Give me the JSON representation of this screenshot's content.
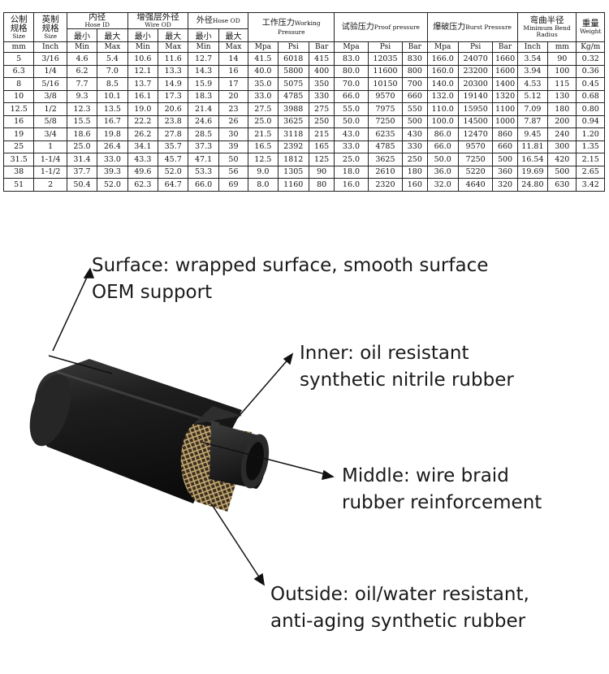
{
  "table": {
    "header": {
      "size_mm": {
        "zh": "公制\n规格",
        "en": "Size"
      },
      "size_inch": {
        "zh": "英制\n规格",
        "en": "Size"
      },
      "hose_id": {
        "zh": "内径",
        "en": "Hose ID"
      },
      "wire_od": {
        "zh": "增强层外径",
        "en": "Wire OD"
      },
      "hose_od": {
        "zh": "外径",
        "en": "Hose OD"
      },
      "working": {
        "zh": "工作压力",
        "en": "Working Pressure"
      },
      "proof": {
        "zh": "试验压力",
        "en": "Proof pressure"
      },
      "burst": {
        "zh": "爆破压力",
        "en": "Burst Pressure"
      },
      "bend": {
        "zh": "弯曲半径",
        "en": "Minimum Bend Radius"
      },
      "weight": {
        "zh": "重量",
        "en": "Weight"
      },
      "min_zh": "最小",
      "max_zh": "最大"
    },
    "units": [
      "mm",
      "Inch",
      "Min",
      "Max",
      "Min",
      "Max",
      "Min",
      "Max",
      "Mpa",
      "Psi",
      "Bar",
      "Mpa",
      "Psi",
      "Bar",
      "Mpa",
      "Psi",
      "Bar",
      "Inch",
      "mm",
      "Kg/m"
    ],
    "rows": [
      [
        "5",
        "3/16",
        "4.6",
        "5.4",
        "10.6",
        "11.6",
        "12.7",
        "14",
        "41.5",
        "6018",
        "415",
        "83.0",
        "12035",
        "830",
        "166.0",
        "24070",
        "1660",
        "3.54",
        "90",
        "0.32"
      ],
      [
        "6.3",
        "1/4",
        "6.2",
        "7.0",
        "12.1",
        "13.3",
        "14.3",
        "16",
        "40.0",
        "5800",
        "400",
        "80.0",
        "11600",
        "800",
        "160.0",
        "23200",
        "1600",
        "3.94",
        "100",
        "0.36"
      ],
      [
        "8",
        "5/16",
        "7.7",
        "8.5",
        "13.7",
        "14.9",
        "15.9",
        "17",
        "35.0",
        "5075",
        "350",
        "70.0",
        "10150",
        "700",
        "140.0",
        "20300",
        "1400",
        "4.53",
        "115",
        "0.45"
      ],
      [
        "10",
        "3/8",
        "9.3",
        "10.1",
        "16.1",
        "17.3",
        "18.3",
        "20",
        "33.0",
        "4785",
        "330",
        "66.0",
        "9570",
        "660",
        "132.0",
        "19140",
        "1320",
        "5.12",
        "130",
        "0.68"
      ],
      [
        "12.5",
        "1/2",
        "12.3",
        "13.5",
        "19.0",
        "20.6",
        "21.4",
        "23",
        "27.5",
        "3988",
        "275",
        "55.0",
        "7975",
        "550",
        "110.0",
        "15950",
        "1100",
        "7.09",
        "180",
        "0.80"
      ],
      [
        "16",
        "5/8",
        "15.5",
        "16.7",
        "22.2",
        "23.8",
        "24.6",
        "26",
        "25.0",
        "3625",
        "250",
        "50.0",
        "7250",
        "500",
        "100.0",
        "14500",
        "1000",
        "7.87",
        "200",
        "0.94"
      ],
      [
        "19",
        "3/4",
        "18.6",
        "19.8",
        "26.2",
        "27.8",
        "28.5",
        "30",
        "21.5",
        "3118",
        "215",
        "43.0",
        "6235",
        "430",
        "86.0",
        "12470",
        "860",
        "9.45",
        "240",
        "1.20"
      ],
      [
        "25",
        "1",
        "25.0",
        "26.4",
        "34.1",
        "35.7",
        "37.3",
        "39",
        "16.5",
        "2392",
        "165",
        "33.0",
        "4785",
        "330",
        "66.0",
        "9570",
        "660",
        "11.81",
        "300",
        "1.35"
      ],
      [
        "31.5",
        "1-1/4",
        "31.4",
        "33.0",
        "43.3",
        "45.7",
        "47.1",
        "50",
        "12.5",
        "1812",
        "125",
        "25.0",
        "3625",
        "250",
        "50.0",
        "7250",
        "500",
        "16.54",
        "420",
        "2.15"
      ],
      [
        "38",
        "1-1/2",
        "37.7",
        "39.3",
        "49.6",
        "52.0",
        "53.3",
        "56",
        "9.0",
        "1305",
        "90",
        "18.0",
        "2610",
        "180",
        "36.0",
        "5220",
        "360",
        "19.69",
        "500",
        "2.65"
      ],
      [
        "51",
        "2",
        "50.4",
        "52.0",
        "62.3",
        "64.7",
        "66.0",
        "69",
        "8.0",
        "1160",
        "80",
        "16.0",
        "2320",
        "160",
        "32.0",
        "4640",
        "320",
        "24.80",
        "630",
        "3.42"
      ]
    ]
  },
  "labels": {
    "surface_1": "Surface: wrapped surface, smooth surface",
    "surface_2": "OEM support",
    "inner_1": "Inner: oil resistant",
    "inner_2": "synthetic nitrile rubber",
    "middle_1": "Middle: wire braid",
    "middle_2": "rubber reinforcement",
    "outside_1": "Outside: oil/water resistant,",
    "outside_2": "anti-aging synthetic rubber"
  },
  "colors": {
    "hose_body": "#1c1c1c",
    "braid": "#b69a68",
    "inner_tube": "#2a2a2a",
    "arrow": "#111111"
  }
}
